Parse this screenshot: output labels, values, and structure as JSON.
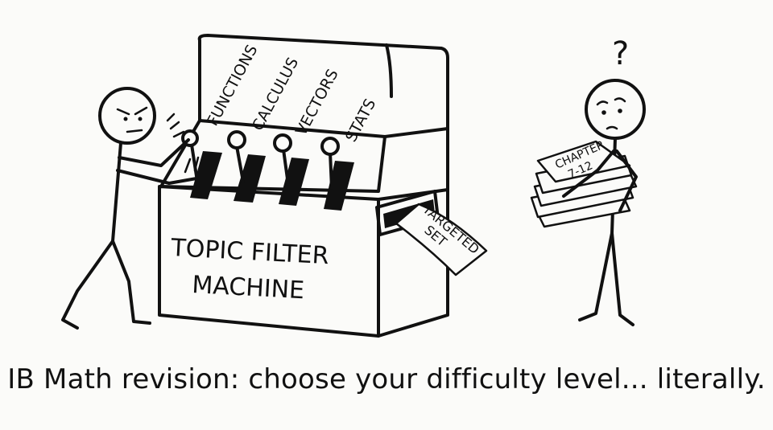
{
  "machine": {
    "levers": [
      "FUNCTIONS",
      "CALCULUS",
      "VECTORS",
      "STATS"
    ],
    "title_line1": "TOPIC FILTER",
    "title_line2": "MACHINE",
    "output_line1": "TARGETED",
    "output_line2": "SET"
  },
  "student": {
    "question_mark": "?",
    "paper_line1": "CHAPTER",
    "paper_line2": "7-12"
  },
  "caption": "IB Math revision: choose your difficulty level... literally."
}
